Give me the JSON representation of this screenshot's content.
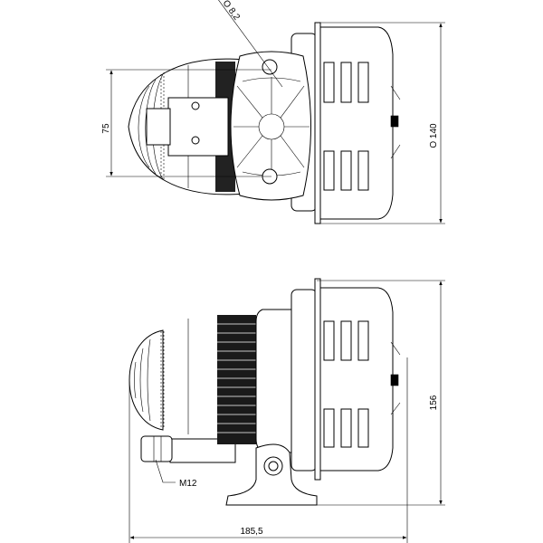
{
  "drawing": {
    "top_view": {
      "hole_diameter_label": "O 8,2",
      "height_label": "75",
      "diameter_label": "O 140"
    },
    "side_view": {
      "height_label": "156",
      "thread_label": "M12",
      "length_label": "185,5"
    }
  }
}
